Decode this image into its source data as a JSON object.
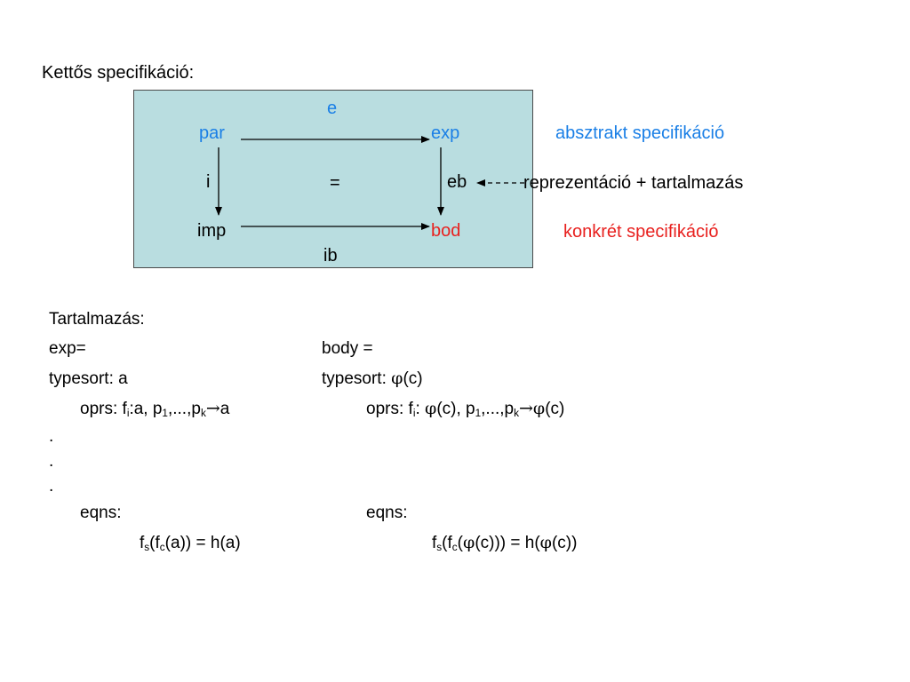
{
  "colors": {
    "box_fill": "#b9dde0",
    "abstract_text": "#1a7fe6",
    "concrete_text": "#e8211f"
  },
  "title": "Kettős specifikáció:",
  "diagram": {
    "top_label": "e",
    "bottom_label": "ib",
    "node_par": "par",
    "node_exp": "exp",
    "node_imp": "imp",
    "node_bod": "bod",
    "left_label": "i",
    "right_label": "eb",
    "center_label": "="
  },
  "side": {
    "abstract": "absztrakt specifikáció",
    "representation": "reprezentáció + tartalmazás",
    "concrete": "konkrét specifikáció"
  },
  "spec": {
    "heading": "Tartalmazás:",
    "left": {
      "exp": "exp=",
      "typesort": "typesort: a",
      "oprs_prefix": "oprs: f",
      "oprs_sub_i": "i",
      "oprs_mid": ":a, p",
      "oprs_sub_1": "1",
      "oprs_dots": ",...,p",
      "oprs_sub_k": "k",
      "oprs_arrow": "→",
      "oprs_end": "a",
      "dots": [
        ".",
        ".",
        "."
      ],
      "eqns": "eqns:",
      "eq_f": "f",
      "eq_sub_s": "s",
      "eq_paren": "(f",
      "eq_sub_c": "c",
      "eq_rest": "(a)) = h(a)"
    },
    "right": {
      "body": "body =",
      "typesort_prefix": "typesort: ",
      "phi": "φ",
      "typesort_end": "(c)",
      "oprs_prefix": "oprs: f",
      "oprs_sub_i": "i",
      "oprs_colon": ": ",
      "oprs_mid": "(c), p",
      "oprs_sub_1": "1",
      "oprs_dots": ",...,p",
      "oprs_sub_k": "k",
      "oprs_arrow": "→",
      "oprs_end": "(c)",
      "eqns": "eqns:",
      "eq_f": "f",
      "eq_sub_s": "s",
      "eq_paren": "(f",
      "eq_sub_c": "c",
      "eq_open": "(",
      "eq_mid": "(c))) = h(",
      "eq_end": "(c))"
    }
  }
}
